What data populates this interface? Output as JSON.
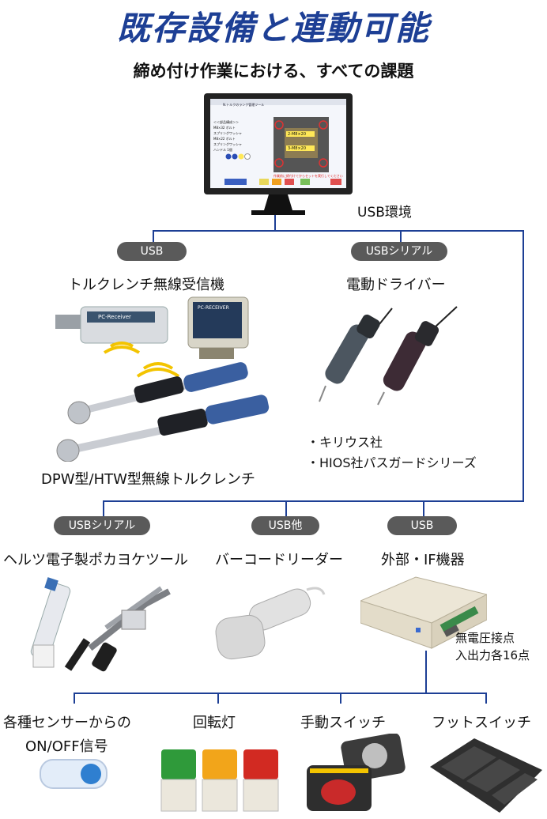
{
  "title": "既存設備と連動可能",
  "subtitle": "締め付け作業における、すべての課題",
  "monitor": {
    "caption": "USB環境",
    "screen_title": "N.トルクのランク管理ツール",
    "screen_list": [
      "＜＜部品構成＞＞",
      "M8×32 ボルト",
      "スプリングワッシャ",
      "M8×22 ボルト",
      "スプリングワッシャ",
      "ハンドル 1個"
    ],
    "screen_marks": [
      "2-M8×20",
      "3-M8×20"
    ],
    "screen_message": "作業前に締付けてからセットを実行してください"
  },
  "connections": {
    "usb": "USB",
    "usb_serial": "USBシリアル",
    "usb_other": "USB他",
    "usb_bottom": "USB"
  },
  "devices": {
    "torque_receiver": "トルクレンチ無線受信機",
    "receiver_stick": "PC-Receiver",
    "receiver_box": "PC-RECEIVER",
    "wrench_caption": "DPW型/HTW型無線トルクレンチ",
    "electric_driver": "電動ドライバー",
    "driver_makers": [
      "・キリウス社",
      "・HIOS社パスガードシリーズ"
    ],
    "hertz_tool": "ヘルツ電子製ポカヨケツール",
    "barcode_reader": "バーコードリーダー",
    "external_io": "外部・IF機器",
    "io_note": [
      "無電圧接点",
      "入出力各16点"
    ]
  },
  "io_devices": {
    "sensor": [
      "各種センサーからの",
      "ON/OFF信号"
    ],
    "lamp": "回転灯",
    "manual_switch": "手動スイッチ",
    "foot_switch": "フットスイッチ"
  },
  "colors": {
    "accent": "#1d3f95",
    "pill": "#5a5a5a",
    "wave": "#f3c400"
  }
}
